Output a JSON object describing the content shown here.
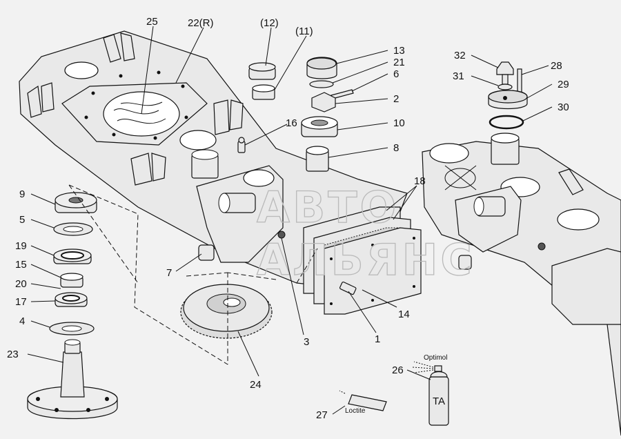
{
  "labels": {
    "l25": "25",
    "l22": "22(R)",
    "l12": "(12)",
    "l11": "(11)",
    "l13": "13",
    "l21": "21",
    "l6": "6",
    "l2": "2",
    "l16": "16",
    "l10": "10",
    "l8": "8",
    "l32": "32",
    "l28": "28",
    "l31": "31",
    "l29": "29",
    "l30": "30",
    "l9": "9",
    "l5": "5",
    "l19": "19",
    "l15": "15",
    "l20": "20",
    "l17": "17",
    "l4": "4",
    "l23": "23",
    "l7": "7",
    "l18": "18",
    "l3": "3",
    "l1": "1",
    "l14": "14",
    "l24": "24",
    "l26": "26",
    "l27": "27"
  },
  "products": {
    "spray_name": "Optimol",
    "spray_can_code": "TA",
    "glue_name": "Loctite"
  },
  "watermark": {
    "line1": "АВТО",
    "line2": "АЛЬЯНС"
  }
}
